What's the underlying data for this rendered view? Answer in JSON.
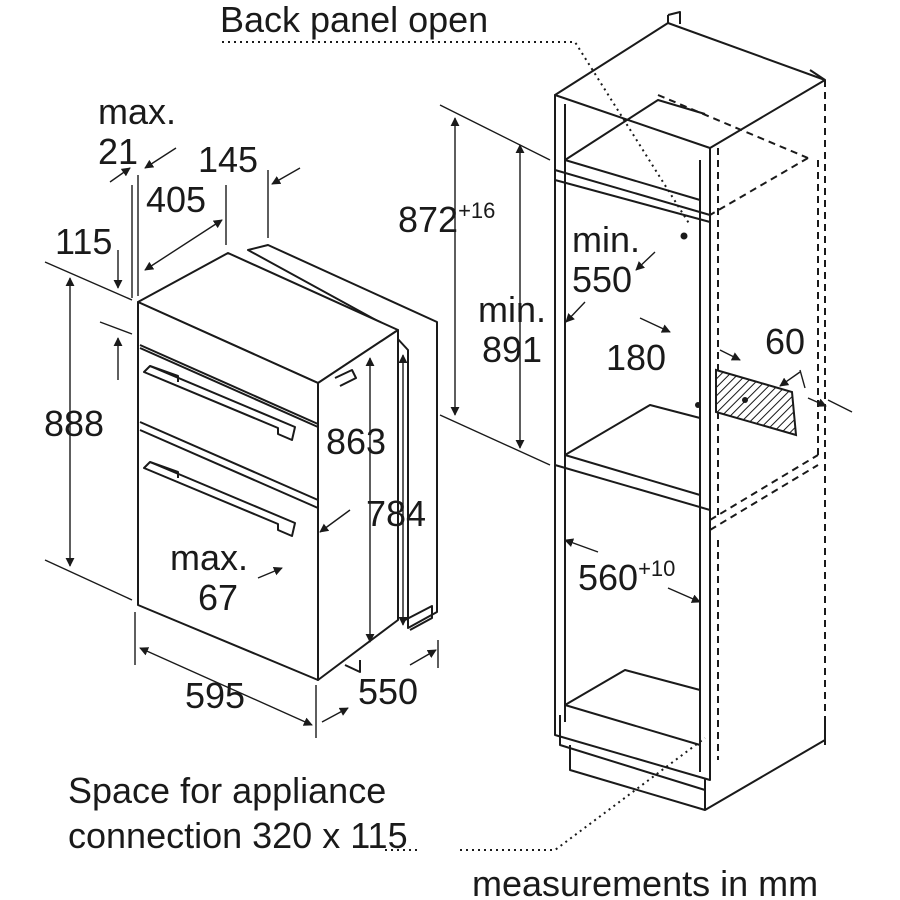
{
  "callouts": {
    "back_panel": "Back panel open",
    "space": [
      "Space for appliance",
      "connection 320 x 115"
    ],
    "units": "measurements in mm"
  },
  "appliance": {
    "max21": [
      "max.",
      "21"
    ],
    "d145": "145",
    "d405": "405",
    "d115": "115",
    "d888": "888",
    "d863": "863",
    "d784": "784",
    "max67": [
      "max.",
      "67"
    ],
    "d595": "595",
    "d550": "550"
  },
  "cabinet": {
    "d872": "872",
    "d872_tol": "+16",
    "min891": [
      "min.",
      "891"
    ],
    "min550": [
      "min.",
      "550"
    ],
    "d180": "180",
    "d60": "60",
    "d560": "560",
    "d560_tol": "+10"
  }
}
